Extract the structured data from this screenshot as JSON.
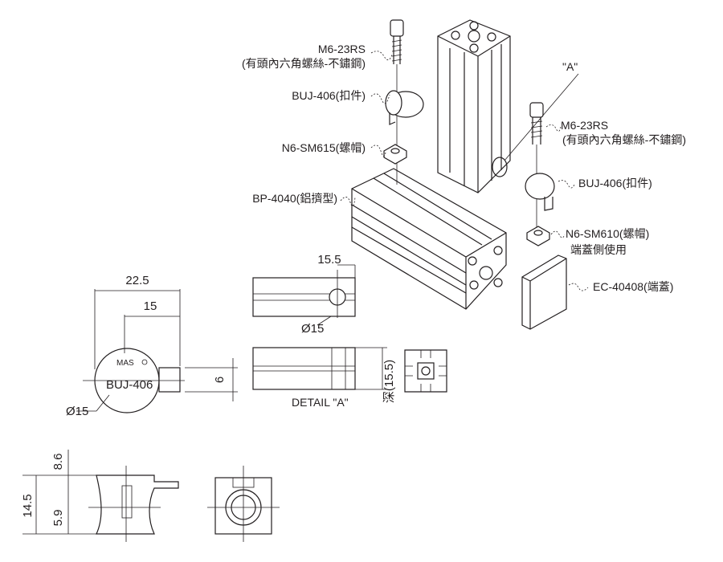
{
  "callouts": {
    "screw_left": "M6-23RS",
    "screw_left_desc": "(有頭內六角螺絲-不鏽鋼)",
    "clip_left": "BUJ-406(扣件)",
    "nut_left": "N6-SM615(螺帽)",
    "profile": "BP-4040(鋁擠型)",
    "detail_marker": "\"A\"",
    "screw_right": "M6-23RS",
    "screw_right_desc": "(有頭內六角螺絲-不鏽鋼)",
    "clip_right": "BUJ-406(扣件)",
    "nut_right": "N6-SM610(螺帽)",
    "nut_right_note": "端蓋側使用",
    "end_cap": "EC-40408(端蓋)"
  },
  "part_view": {
    "dim_overall": "22.5",
    "dim_body": "15",
    "dim_tab": "6",
    "dim_dia": "Ø15",
    "brand": "MAS",
    "part_no": "BUJ-406"
  },
  "detail": {
    "dim_hole_pos": "15.5",
    "dim_hole_dia": "Ø15",
    "title": "DETAIL \"A\"",
    "dim_depth": "深(15.5)"
  },
  "side_view": {
    "dim_top": "8.6",
    "dim_total": "14.5",
    "dim_bottom": "5.9"
  }
}
